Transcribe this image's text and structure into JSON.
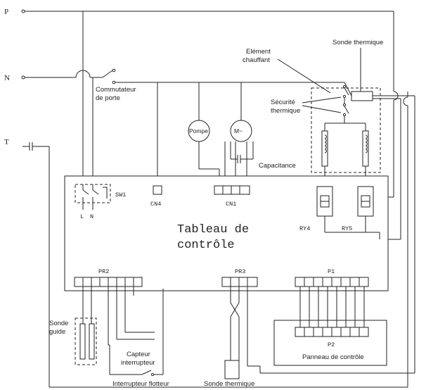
{
  "terminals": {
    "p": "P",
    "n": "N",
    "t": "T"
  },
  "labels": {
    "commutateur": [
      "Commutateur",
      "de porte"
    ],
    "element": [
      "Elément",
      "chauffant"
    ],
    "sonde_top": "Sonde thermique",
    "securite": [
      "Sécurité",
      "thermique"
    ],
    "pompe": "Pompe",
    "moteur": "M~",
    "capacitance": "Capacitance",
    "sw1": "SW1",
    "cn4": "CN4",
    "cn1": "CN1",
    "l": "L",
    "n_in": "N",
    "ry4": "RY4",
    "ry5": "RY5",
    "tableau": [
      "Tableau de",
      "contrôle"
    ],
    "pr2": "PR2",
    "pr3": "PR3",
    "p1": "P1",
    "p2": "P2",
    "panneau": "Panneau de contrôle",
    "sonde_guide": [
      "Sonde",
      "guide"
    ],
    "capteur": [
      "Capteur",
      "interrupteur"
    ],
    "flotteur": "Interrupteur flotteur",
    "sonde_bottom": "Sonde thermique"
  }
}
